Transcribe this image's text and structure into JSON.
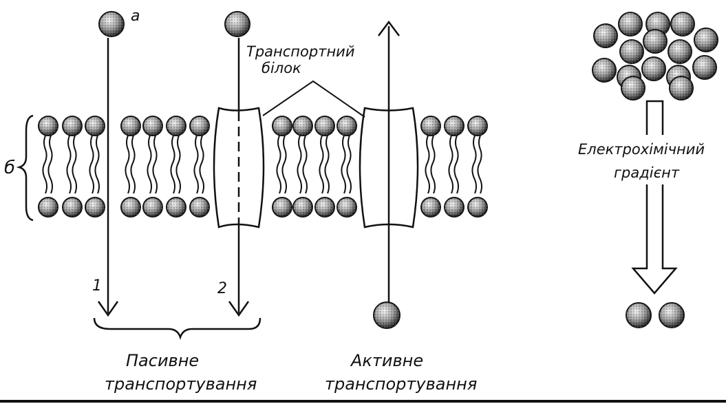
{
  "labels": {
    "a": "а",
    "b": "б",
    "n1": "1",
    "n2": "2",
    "transport_protein_1": "Транспортний",
    "transport_protein_2": "білок",
    "passive_1": "Пасивне",
    "passive_2": "транспортування",
    "active_1": "Активне",
    "active_2": "транспортування",
    "gradient_1": "Електрохімічний",
    "gradient_2": "градієнт"
  }
}
